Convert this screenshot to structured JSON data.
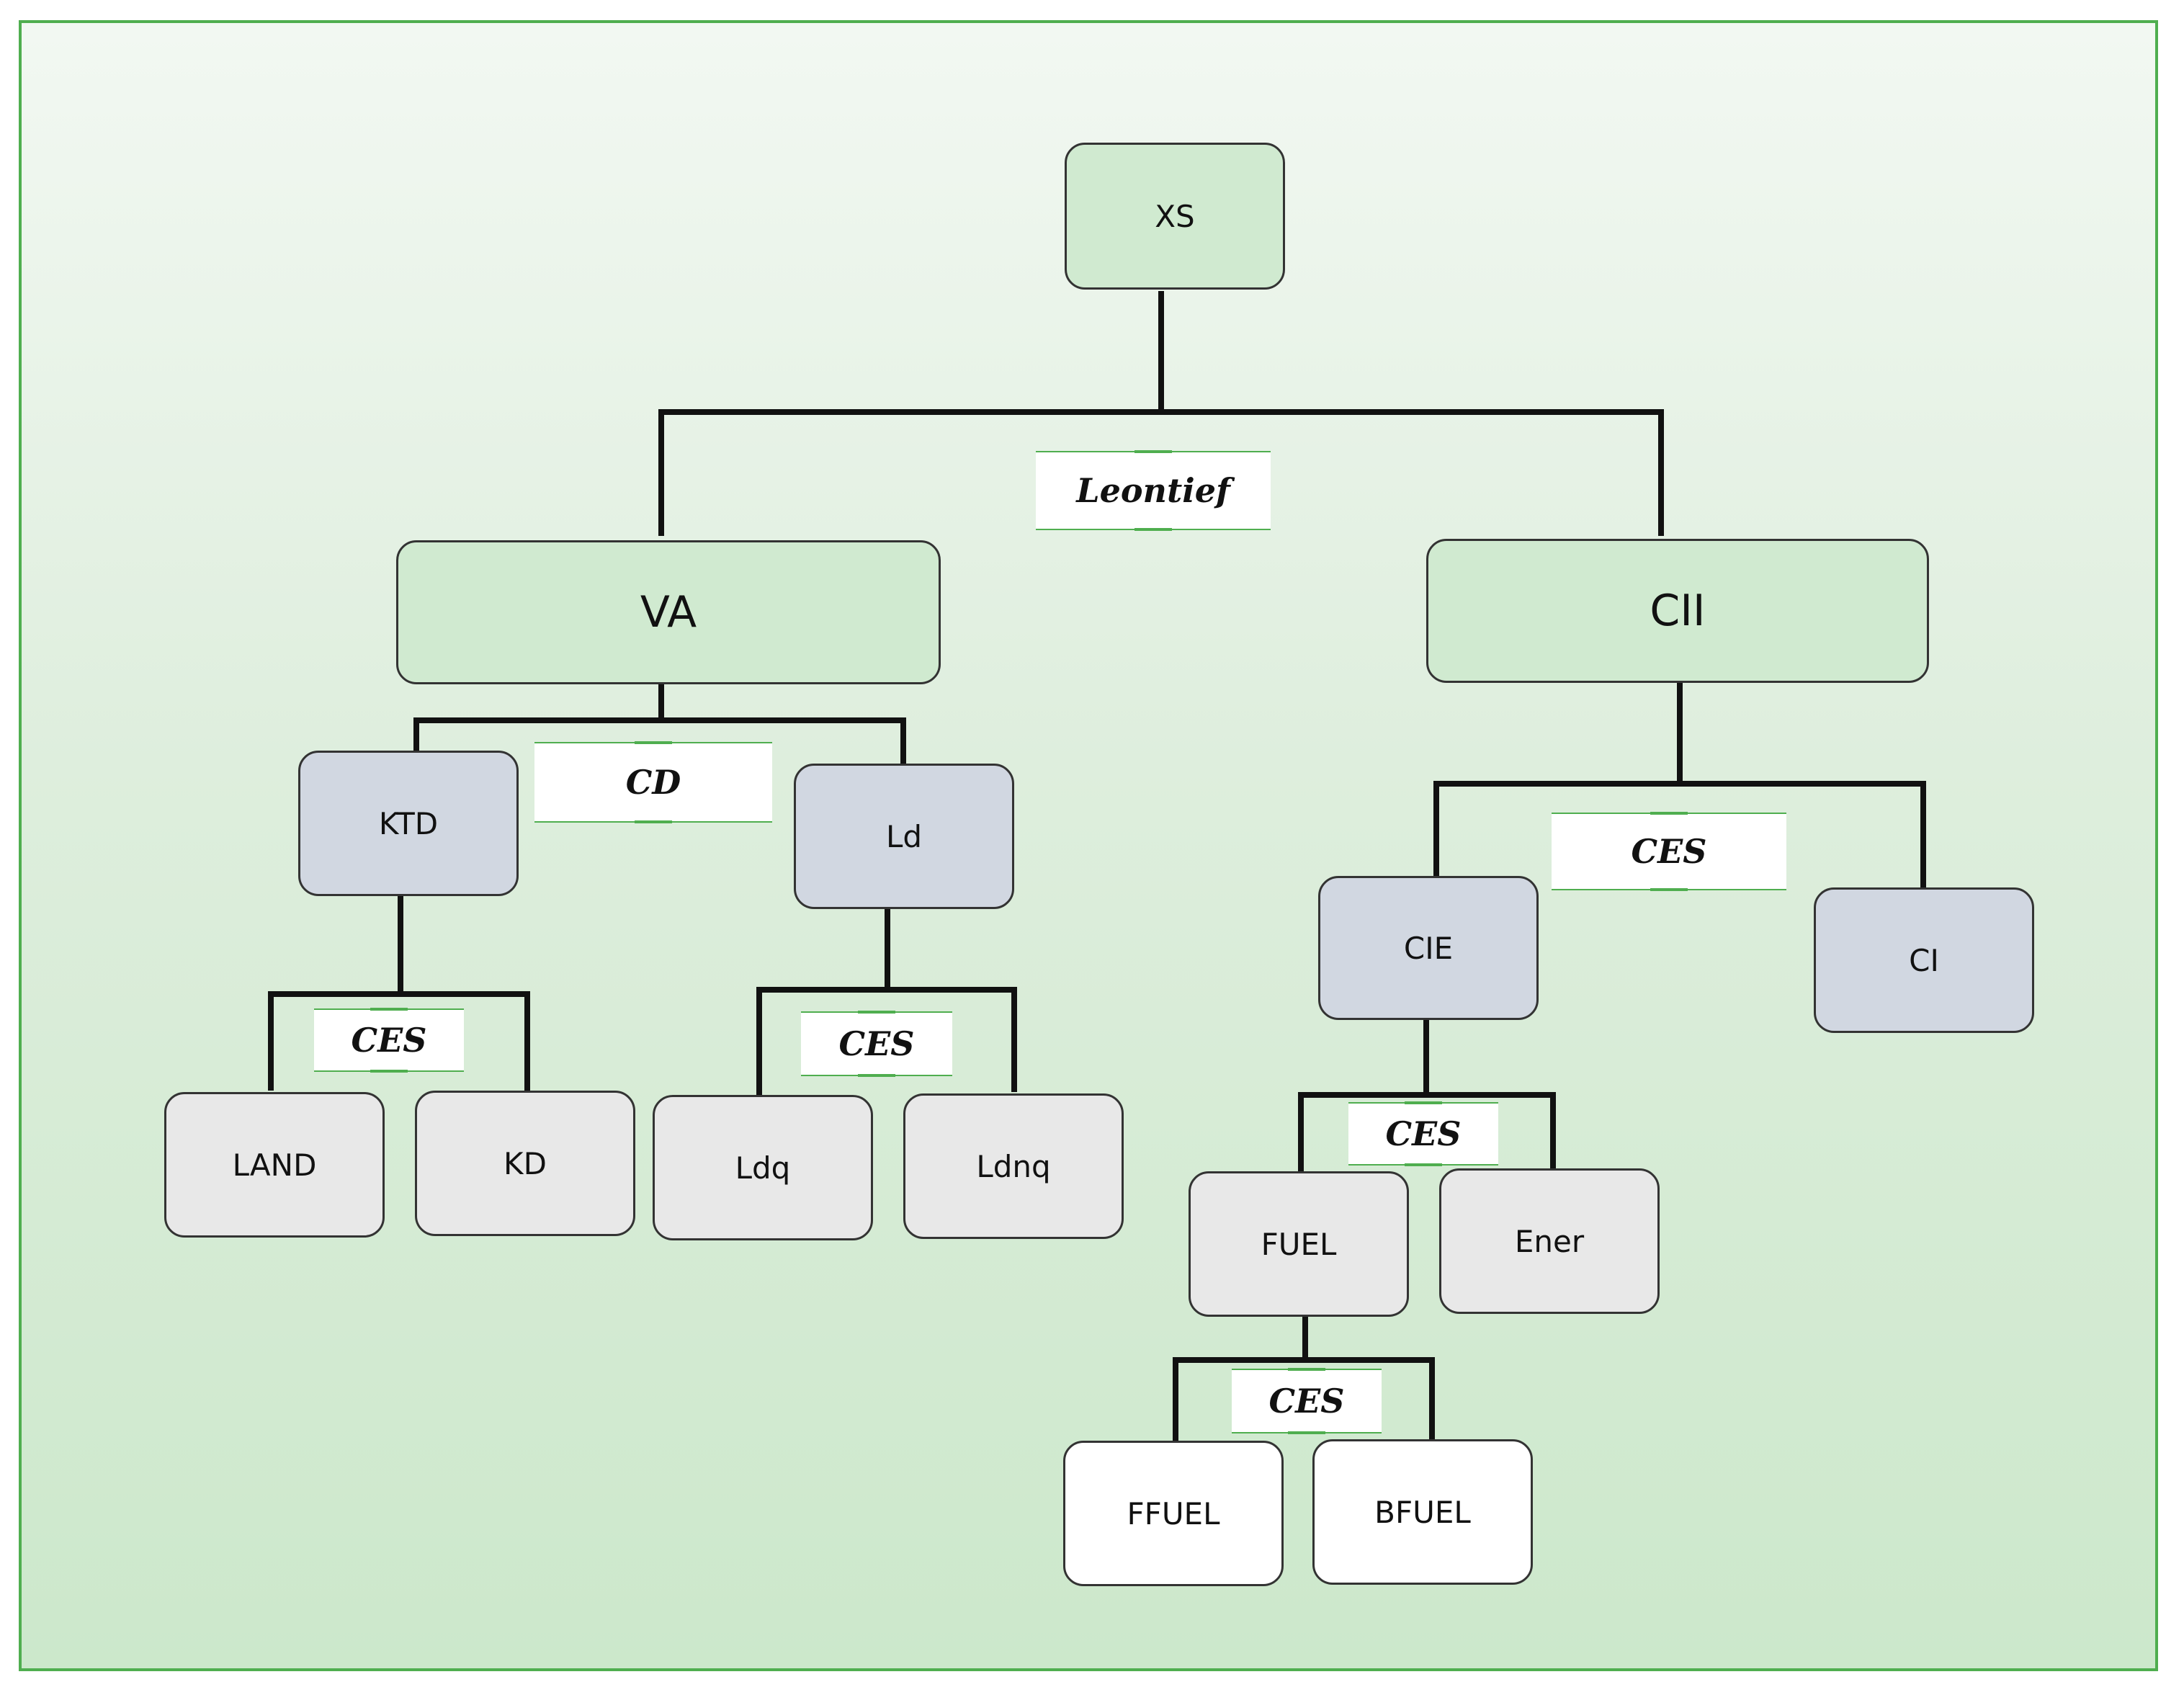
{
  "diagram": {
    "nodes": {
      "xs": "XS",
      "va": "VA",
      "cii": "CII",
      "ktd": "KTD",
      "ld": "Ld",
      "cie": "CIE",
      "ci": "CI",
      "land": "LAND",
      "kd": "KD",
      "ldq": "Ldq",
      "ldnq": "Ldnq",
      "fuel": "FUEL",
      "ener": "Ener",
      "ffuel": "FFUEL",
      "bfuel": "BFUEL"
    },
    "functions": {
      "xs_split": "Leontief",
      "va_split": "CD",
      "cii_split": "CES",
      "ktd_split": "CES",
      "ld_split": "CES",
      "cie_split": "CES",
      "fuel_split": "CES"
    },
    "colors": {
      "level1": "#d0ead0",
      "level2": "#d1d7e1",
      "level3": "#e8e8e8",
      "level4": "#ffffff",
      "accent": "#4fae4f"
    }
  }
}
